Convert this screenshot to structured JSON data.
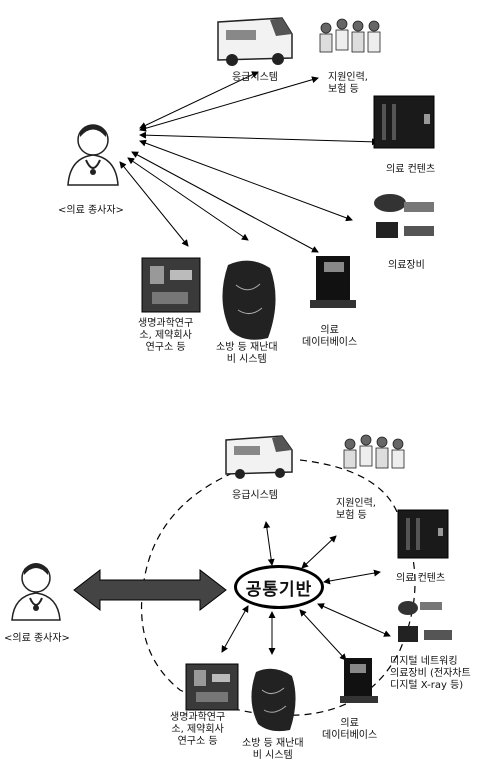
{
  "top": {
    "practitioner": "<의료 종사자>",
    "nodes": {
      "emergency": "응급시스템",
      "support": "지원인력,\n보험 등",
      "contents": "의료 컨텐츠",
      "equipment": "의료장비",
      "lab": "생명과학연구\n소, 제약회사\n연구소 등",
      "fire": "소방 등 재난대\n비 시스템",
      "database": "의료\n데이터베이스"
    }
  },
  "bottom": {
    "practitioner": "<의료 종사자>",
    "hub": "공통기반",
    "nodes": {
      "emergency": "응급시스템",
      "support": "지원인력,\n보험 등",
      "contents": "의료 컨텐츠",
      "equipment": "디지털 네트워킹\n의료장비 (전자차트\n디지털 X-ray 등)",
      "lab": "생명과학연구\n소, 제약회사\n연구소 등",
      "fire": "소방 등 재난대\n비 시스템",
      "database": "의료\n데이터베이스"
    }
  }
}
